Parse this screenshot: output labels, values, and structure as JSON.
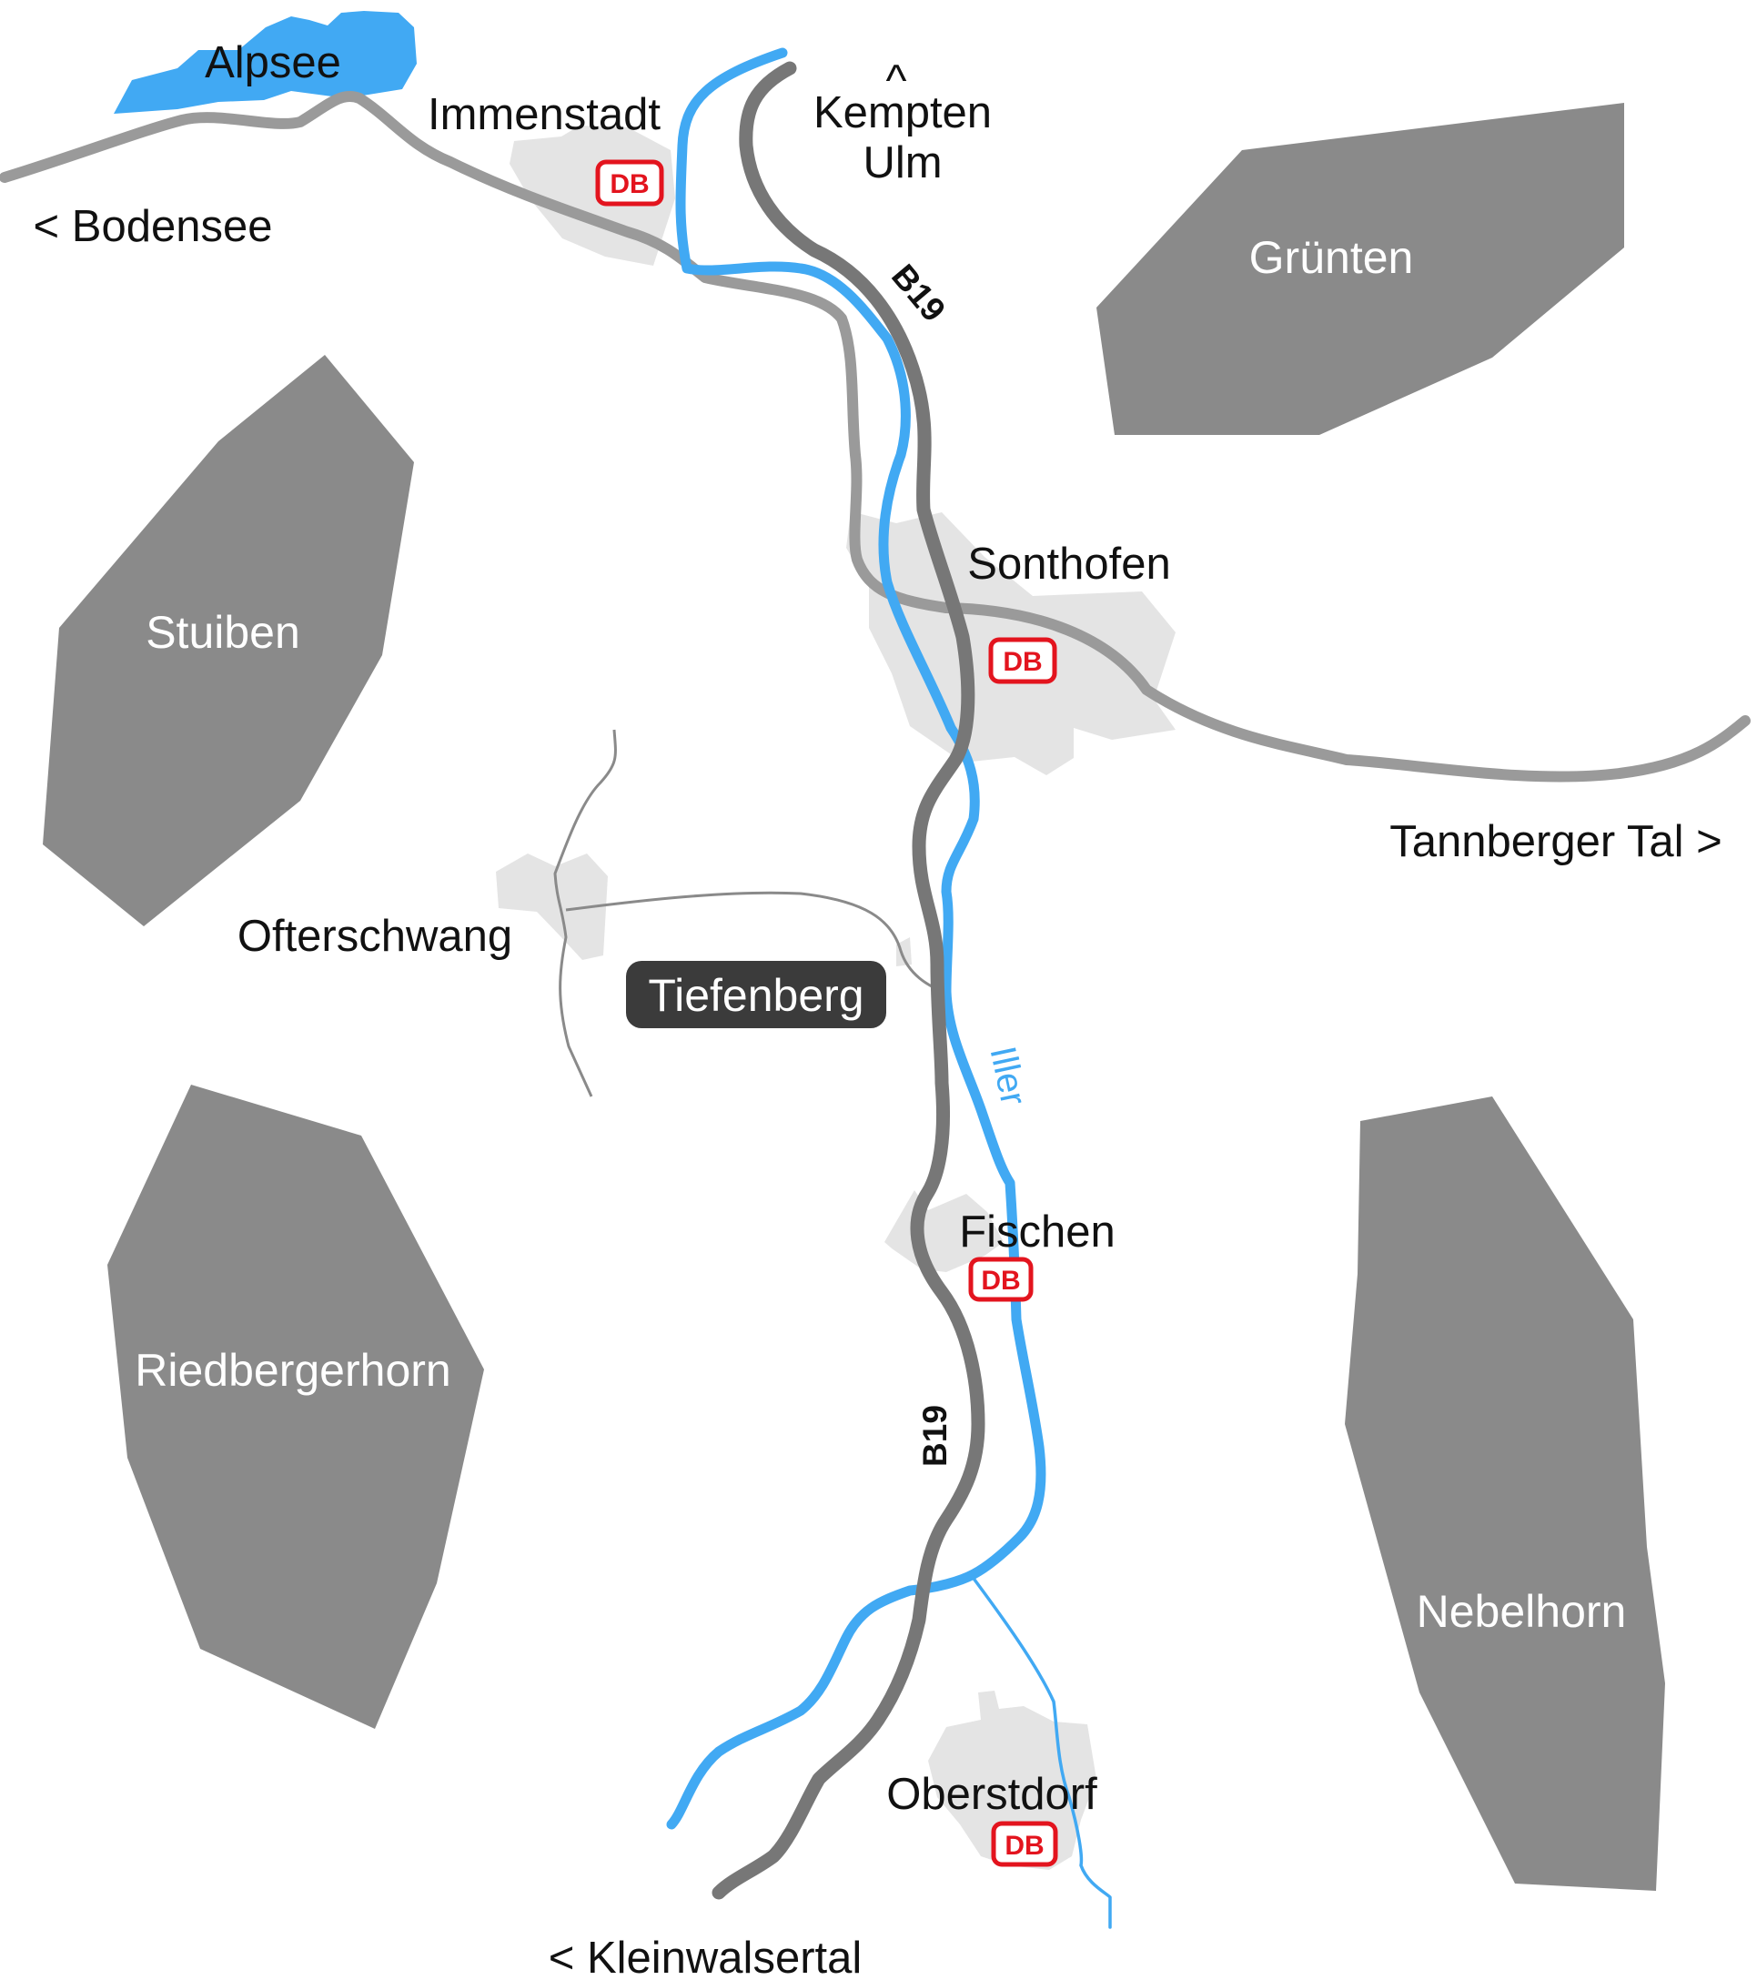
{
  "map": {
    "lake": "Alpsee",
    "river": "Iller",
    "road_label": "B19",
    "highlight_place": "Tiefenberg",
    "db_label": "DB",
    "towns": {
      "immenstadt": "Immenstadt",
      "sonthofen": "Sonthofen",
      "ofterschwang": "Ofterschwang",
      "fischen": "Fischen",
      "oberstdorf": "Oberstdorf"
    },
    "mountains": {
      "gruenten": "Grünten",
      "stuiben": "Stuiben",
      "riedbergerhorn": "Riedbergerhorn",
      "nebelhorn": "Nebelhorn"
    },
    "directions": {
      "north_arrow": "^",
      "north_1": "Kempten",
      "north_2": "Ulm",
      "west": "< Bodensee",
      "east": "Tannberger Tal >",
      "south": "< Kleinwalsertal"
    },
    "colors": {
      "mountain": "#8a8a8a",
      "town": "#e4e4e4",
      "road_main": "#777777",
      "railway": "#9a9a9a",
      "river": "#41a9f3",
      "db_red": "#e3141e",
      "highlight_bg": "#3b3b3b"
    }
  }
}
